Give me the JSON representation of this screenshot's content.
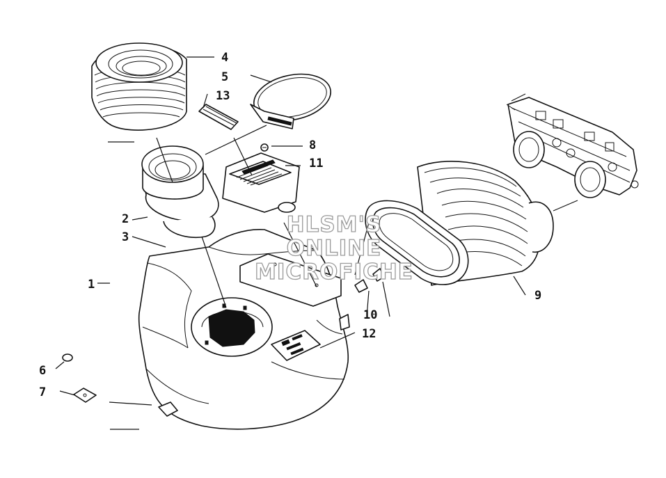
{
  "callouts": [
    "1",
    "2",
    "3",
    "4",
    "5",
    "6",
    "7",
    "8",
    "9",
    "10",
    "11",
    "12",
    "13"
  ],
  "watermark": {
    "line1": "HLSM'S",
    "line2": "ONLINE",
    "line3": "MICROFICHE"
  }
}
